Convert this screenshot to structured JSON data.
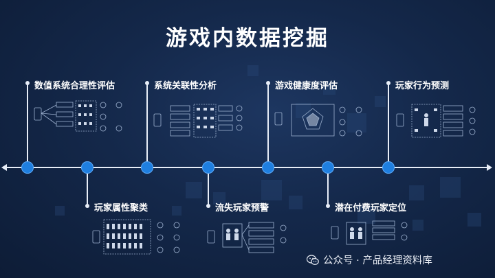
{
  "title": "游戏内数据挖掘",
  "top_milestones": [
    {
      "label": "数值系统合理性评估"
    },
    {
      "label": "系统关联性分析"
    },
    {
      "label": "游戏健康度评估"
    },
    {
      "label": "玩家行为预测"
    }
  ],
  "bottom_milestones": [
    {
      "label": "玩家属性聚类"
    },
    {
      "label": "流失玩家预警"
    },
    {
      "label": "潜在付费玩家定位"
    }
  ],
  "watermark": {
    "text": "公众号 · 产品经理资料库",
    "icon": "wechat-icon"
  },
  "colors": {
    "accent": "#1f7fe0",
    "line": "#e8eef8",
    "background": "#14284a"
  }
}
